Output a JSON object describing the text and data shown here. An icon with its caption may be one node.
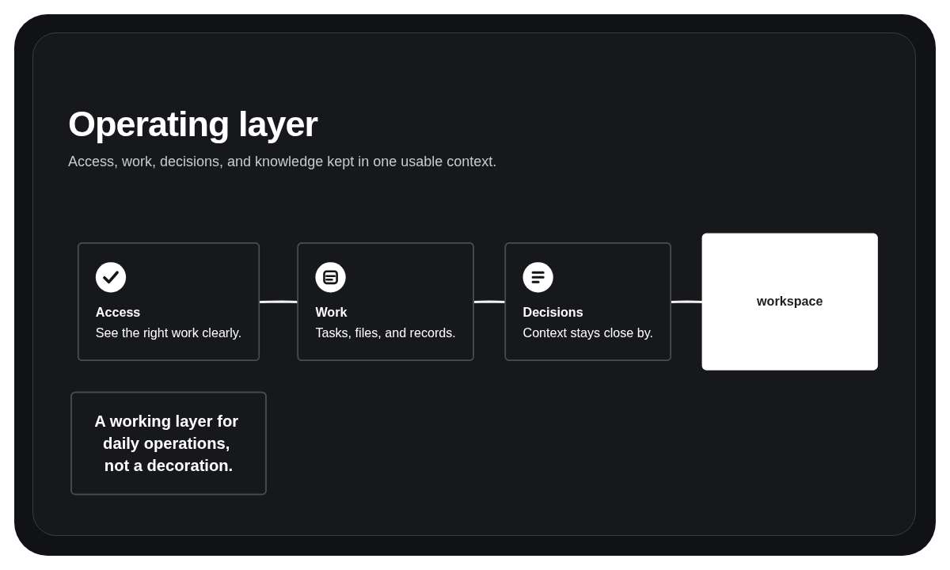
{
  "diagram": {
    "title": "Operating layer",
    "nodes": [
      {
        "text": [
          "Access",
          "See the right work clearly."
        ]
      },
      {
        "text": [
          "Work",
          "Tasks, files, and records."
        ]
      },
      {
        "text": [
          "Decisions",
          "Context stays close by."
        ]
      },
      {
        "text": [
          "workspace"
        ]
      },
      {
        "text": [
          "A working layer for daily operations, not a decoration."
        ]
      }
    ],
    "edges": [
      {
        "from": 0,
        "to": 1,
        "arrow": "none"
      },
      {
        "from": 1,
        "to": 2,
        "arrow": "none"
      },
      {
        "from": 2,
        "to": 3,
        "arrow": "none"
      }
    ],
    "labels": [
      "Access, work, decisions, and knowledge kept in one usable context."
    ]
  }
}
